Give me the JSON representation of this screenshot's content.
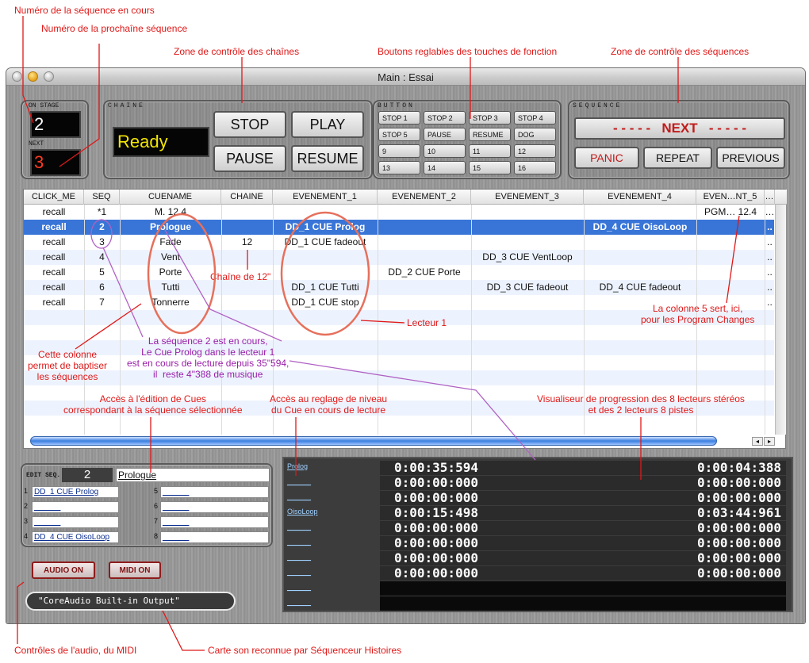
{
  "window": {
    "title": "Main : Essai"
  },
  "onstage": {
    "label": "ON STAGE",
    "value": "2"
  },
  "next": {
    "label": "NEXT",
    "value": "3"
  },
  "chaine": {
    "label": "CHAINE",
    "status": "Ready",
    "buttons": [
      "STOP",
      "PLAY",
      "PAUSE",
      "RESUME"
    ]
  },
  "button_panel": {
    "label": "BUTTON",
    "buttons": [
      "STOP 1",
      "STOP 2",
      "STOP 3",
      "STOP 4",
      "STOP 5",
      "PAUSE",
      "RESUME",
      "DOG",
      "9",
      "10",
      "11",
      "12",
      "13",
      "14",
      "15",
      "16"
    ]
  },
  "sequence": {
    "label": "SEQUENCE",
    "next_label": "- - - - -   NEXT   - - - - -",
    "panic": "PANIC",
    "repeat": "REPEAT",
    "previous": "PREVIOUS"
  },
  "table": {
    "headers": [
      "CLICK_ME",
      "SEQ",
      "CUENAME",
      "CHAINE",
      "EVENEMENT_1",
      "EVENEMENT_2",
      "EVENEMENT_3",
      "EVENEMENT_4",
      "EVEN…NT_5",
      "…"
    ],
    "rows": [
      [
        "recall",
        "*1",
        "M. 12.4",
        "",
        "",
        "",
        "",
        "",
        "PGM… 12.4",
        "…"
      ],
      [
        "recall",
        "2",
        "Prologue",
        "",
        "DD_1 CUE Prolog",
        "",
        "",
        "DD_4 CUE OisoLoop",
        "",
        ".."
      ],
      [
        "recall",
        "3",
        "Fade",
        "12",
        "DD_1 CUE fadeout",
        "",
        "",
        "",
        "",
        ".."
      ],
      [
        "recall",
        "4",
        "Vent",
        "",
        "",
        "",
        "DD_3 CUE VentLoop",
        "",
        "",
        ".."
      ],
      [
        "recall",
        "5",
        "Porte",
        "",
        "",
        "DD_2 CUE Porte",
        "",
        "",
        "",
        ".."
      ],
      [
        "recall",
        "6",
        "Tutti",
        "",
        "DD_1 CUE Tutti",
        "",
        "DD_3 CUE fadeout",
        "DD_4 CUE fadeout",
        "",
        ".."
      ],
      [
        "recall",
        "7",
        "Tonnerre",
        "",
        "DD_1 CUE stop",
        "",
        "",
        "",
        "",
        ".."
      ]
    ]
  },
  "edit_seq": {
    "label": "EDIT SEQ.",
    "number": "2",
    "name": "Prologue",
    "cues": [
      "DD_1 CUE Prolog",
      "______",
      "______",
      "DD_4 CUE OisoLoop",
      "______",
      "______",
      "______",
      "______"
    ]
  },
  "audio_button": "AUDIO ON",
  "midi_button": "MIDI ON",
  "sound_card": "\"CoreAudio Built-in Output\"",
  "players": [
    {
      "name": "Prolog",
      "elapsed": "0:00:35:594",
      "remaining": "0:00:04:388"
    },
    {
      "name": "______",
      "elapsed": "0:00:00:000",
      "remaining": "0:00:00:000"
    },
    {
      "name": "______",
      "elapsed": "0:00:00:000",
      "remaining": "0:00:00:000"
    },
    {
      "name": "OisoLoop",
      "elapsed": "0:00:15:498",
      "remaining": "0:03:44:961"
    },
    {
      "name": "______",
      "elapsed": "0:00:00:000",
      "remaining": "0:00:00:000"
    },
    {
      "name": "______",
      "elapsed": "0:00:00:000",
      "remaining": "0:00:00:000"
    },
    {
      "name": "______",
      "elapsed": "0:00:00:000",
      "remaining": "0:00:00:000"
    },
    {
      "name": "______",
      "elapsed": "0:00:00:000",
      "remaining": "0:00:00:000"
    },
    {
      "name": "______",
      "elapsed": "",
      "remaining": ""
    },
    {
      "name": "______",
      "elapsed": "",
      "remaining": ""
    }
  ],
  "annotations": {
    "seq_current": "Numéro de la séquence en cours",
    "seq_next": "Numéro de la prochaîne séquence",
    "chains": "Zone de contrôle des chaînes",
    "fkeys": "Boutons reglables des touches de fonction",
    "seq_zone": "Zone de contrôle des séquences",
    "chain12": "Chaîne de 12\"",
    "lecteur1": "Lecteur 1",
    "col5": "La colonne 5 sert, ici,\npour les Program Changes",
    "baptise": "Cette colonne\npermet de baptiser\nles séquences",
    "purple": "La séquence 2 est en cours,\nLe Cue Prolog dans le lecteur 1\nest en cours de lecture depuis 35\"594,\nil  reste 4\"388 de musique",
    "edit_cues": "Accès à l'édition de Cues\ncorrespondant à la séquence sélectionnée",
    "level": "Accès au reglage de niveau\ndu Cue en cours de lecture",
    "visual": "Visualiseur de progression des 8 lecteurs stéréos\net des 2 lecteurs 8 pistes",
    "audio_ctrl": "Contrôles de l'audio, du MIDI",
    "card": "Carte son reconnue par Séquenceur Histoires"
  }
}
